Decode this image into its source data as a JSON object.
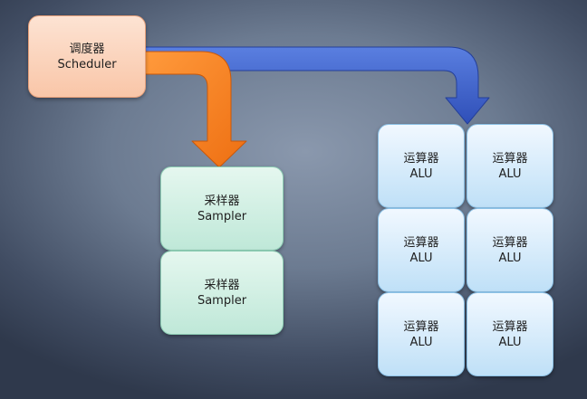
{
  "scheduler": {
    "line1": "调度器",
    "line2": "Scheduler"
  },
  "samplers": [
    {
      "line1": "采样器",
      "line2": "Sampler"
    },
    {
      "line1": "采样器",
      "line2": "Sampler"
    }
  ],
  "alus": [
    {
      "line1": "运算器",
      "line2": "ALU"
    },
    {
      "line1": "运算器",
      "line2": "ALU"
    },
    {
      "line1": "运算器",
      "line2": "ALU"
    },
    {
      "line1": "运算器",
      "line2": "ALU"
    },
    {
      "line1": "运算器",
      "line2": "ALU"
    },
    {
      "line1": "运算器",
      "line2": "ALU"
    }
  ],
  "colors": {
    "scheduler_fill": "#f9c6a8",
    "sampler_fill": "#bfe8d8",
    "alu_fill": "#bfe0f7",
    "arrow_to_sampler": "#f47a20",
    "arrow_to_alu": "#3b5fc9"
  }
}
